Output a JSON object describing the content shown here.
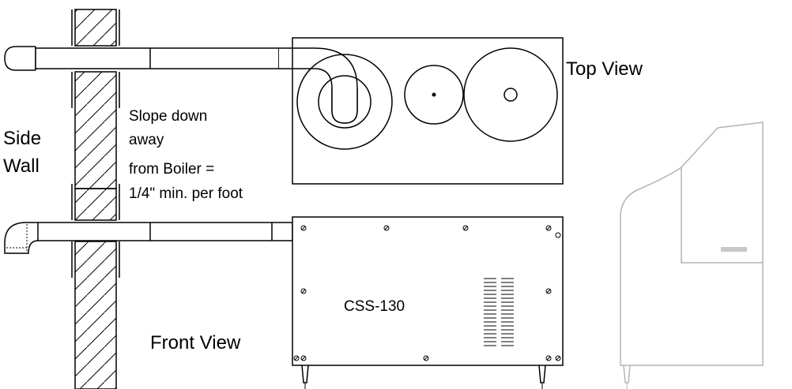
{
  "labels": {
    "top_view": "Top View",
    "front_view": "Front View",
    "side_wall_line1": "Side",
    "side_wall_line2": "Wall",
    "slope_line1": "Slope down",
    "slope_line2": "away",
    "slope_line3": "from Boiler =",
    "slope_line4": "1/4\" min. per foot",
    "model": "CSS-130"
  },
  "colors": {
    "line": "#000000",
    "ghost_unit": "#b4b4b4",
    "ghost_handle": "#c8c8c8",
    "background": "#ffffff"
  }
}
